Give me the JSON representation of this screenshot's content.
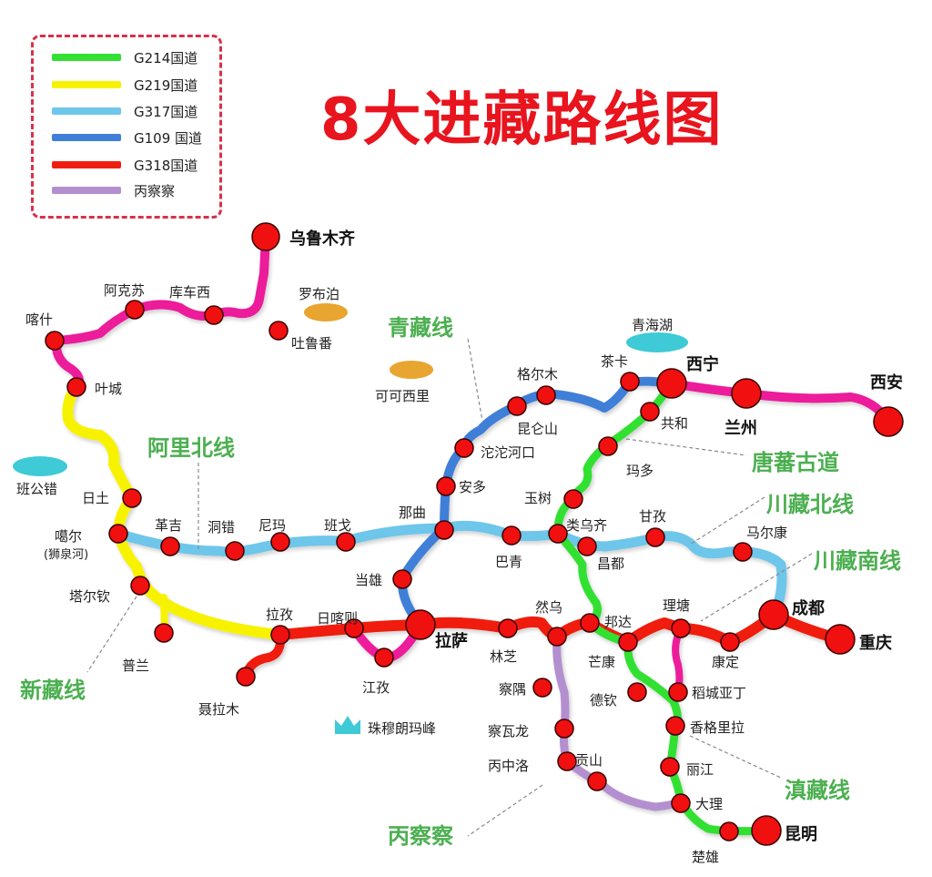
{
  "title": "8大进藏路线图",
  "legend": [
    {
      "label": "G214国道",
      "color": "#33e033"
    },
    {
      "label": "G219国道",
      "color": "#f7f300"
    },
    {
      "label": "G317国道",
      "color": "#6ec6ea"
    },
    {
      "label": "G109 国道",
      "color": "#3f7fd8"
    },
    {
      "label": "G318国道",
      "color": "#f01e10"
    },
    {
      "label": "丙察察",
      "color": "#b48fd0"
    }
  ],
  "route_names": {
    "qingzang": "青藏线",
    "alibei": "阿里北线",
    "tangfan": "唐蕃古道",
    "chuanzangbei": "川藏北线",
    "chuanzangnan": "川藏南线",
    "xinzang": "新藏线",
    "dianzang": "滇藏线",
    "bingchacha": "丙察察"
  },
  "landmarks": {
    "luobupo": "罗布泊",
    "kekexili": "可可西里",
    "qinghaihu": "青海湖",
    "bangongcuo": "班公错",
    "everest": "珠穆朗玛峰"
  },
  "cities": {
    "urumqi": "乌鲁木齐",
    "akesu": "阿克苏",
    "kuchexi": "库车西",
    "kashi": "喀什",
    "yecheng": "叶城",
    "tulufan": "吐鲁番",
    "ritu": "日土",
    "geer": "噶尔",
    "geer_sub": "(狮泉河)",
    "geji": "革吉",
    "dongcuo": "洞错",
    "nima": "尼玛",
    "bange": "班戈",
    "naqu": "那曲",
    "taerqin": "塔尔钦",
    "pulan": "普兰",
    "lazi": "拉孜",
    "rikaze": "日喀则",
    "lasa": "拉萨",
    "dangxiong": "当雄",
    "jiangzi": "江孜",
    "nielamu": "聂拉木",
    "geermu": "格尔木",
    "kunlunshan": "昆仑山",
    "tuotuoheko": "沱沱河口",
    "anduo": "安多",
    "chaka": "茶卡",
    "xining": "西宁",
    "lanzhou": "兰州",
    "xian": "西安",
    "gonghe": "共和",
    "maduo": "玛多",
    "yushu": "玉树",
    "leiwuqi": "类乌齐",
    "changdu": "昌都",
    "ganzi": "甘孜",
    "maerkang": "马尔康",
    "baqing": "巴青",
    "chengdu": "成都",
    "chongqing": "重庆",
    "linzhi": "林芝",
    "ranwu": "然乌",
    "bangda": "邦达",
    "mangkang": "芒康",
    "litang": "理塘",
    "kangding": "康定",
    "daochengyading": "稻城亚丁",
    "deqin": "德钦",
    "xianggelila": "香格里拉",
    "chayu": "察隅",
    "chawalong": "察瓦龙",
    "bingzhongluo": "丙中洛",
    "gongshan": "贡山",
    "lijiang": "丽江",
    "dali": "大理",
    "chuxiong": "楚雄",
    "kunming": "昆明"
  }
}
